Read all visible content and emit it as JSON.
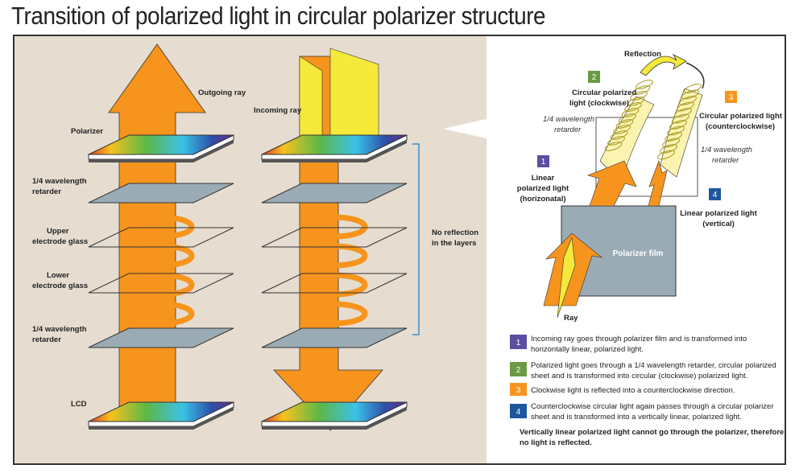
{
  "title": "Transition of polarized light in circular polarizer structure",
  "left": {
    "outgoing_ray": "Outgoing ray",
    "incoming_ray": "Incoming ray",
    "layers": {
      "polarizer": "Polarizer",
      "retarder_top": [
        "1/4 wavelength",
        "retarder"
      ],
      "upper_glass": [
        "Upper",
        "electrode glass"
      ],
      "lower_glass": [
        "Lower",
        "electrode glass"
      ],
      "retarder_bottom": [
        "1/4 wavelength",
        "retarder"
      ],
      "lcd": "LCD"
    },
    "no_reflection": [
      "No reflection",
      "in the layers"
    ]
  },
  "right": {
    "reflection": "Reflection",
    "step2_label": [
      "Circular polarized",
      "light (clockwise)"
    ],
    "step3_label": [
      "Circular polarized light",
      "(counterclockwise)"
    ],
    "retarder_left": [
      "1/4 wavelength",
      "retarder"
    ],
    "retarder_right": [
      "1/4 wavelength",
      "retarder"
    ],
    "step1_label": [
      "Linear",
      "polarized light",
      "(horizonatal)"
    ],
    "step4_label": [
      "Linear polarized light",
      "(vertical)"
    ],
    "polarizer_film": "Polarizer film",
    "ray": "Ray"
  },
  "steps": [
    {
      "num": "1",
      "color": "#5a4fa0",
      "lines": [
        "Incoming ray goes through polarizer film and is transformed into",
        "horizontally linear, polarized light."
      ]
    },
    {
      "num": "2",
      "color": "#6a9a45",
      "lines": [
        "Polarized light goes through a 1/4 wavelength retarder, circular polarized",
        "sheet and is transformed into circular (clockwise) polarized light."
      ]
    },
    {
      "num": "3",
      "color": "#f7941d",
      "lines": [
        "Clockwise light is reflected into a counterclockwise direction."
      ]
    },
    {
      "num": "4",
      "color": "#1f56a0",
      "lines": [
        "Counterclockwise circular light again passes through a circular polarizer",
        "sheet and is transformed into a vertically linear, polarized light."
      ]
    }
  ],
  "conclusion": [
    "Vertically linear polarized light cannot go through the polarizer, therefore",
    "no light is reflected."
  ]
}
